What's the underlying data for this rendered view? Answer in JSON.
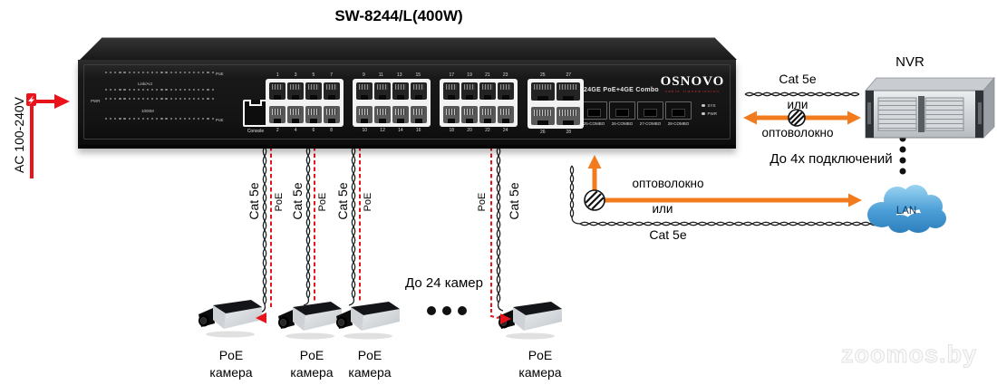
{
  "title": "SW-8244/L(400W)",
  "power": {
    "label": "AC 100-240V"
  },
  "switch": {
    "brand": "OSNOVO",
    "brand_sub": "cable transmission",
    "panel_text": "24GE PoE+4GE Combo",
    "console_label": "Console",
    "led": {
      "pwr": "PWR",
      "poe": "PoE",
      "link": "Link/Act",
      "speed": "1000M"
    },
    "status_leds": [
      "SYS",
      "PWR"
    ],
    "port_groups": [
      {
        "top": [
          "1",
          "3",
          "5",
          "7"
        ],
        "bottom": [
          "2",
          "4",
          "6",
          "8"
        ],
        "combo": false
      },
      {
        "top": [
          "9",
          "11",
          "13",
          "15"
        ],
        "bottom": [
          "10",
          "12",
          "14",
          "16"
        ],
        "combo": false
      },
      {
        "top": [
          "17",
          "19",
          "21",
          "23"
        ],
        "bottom": [
          "18",
          "20",
          "22",
          "24"
        ],
        "combo": false
      },
      {
        "top": [
          "25",
          "27"
        ],
        "bottom": [
          "26",
          "28"
        ],
        "combo": true
      }
    ],
    "sfp_labels": [
      "25-COMBO",
      "26-COMBO",
      "27-COMBO",
      "28-COMBO"
    ]
  },
  "camera_links": {
    "cable_label": "Cat 5e",
    "poe_label": "PoE",
    "count_note": "До 24 камер",
    "camera_line1": "PoE",
    "camera_line2": "камера"
  },
  "nvr_link": {
    "cat5e": "Cat 5e",
    "or": "или",
    "fiber": "оптоволокно",
    "device": "NVR",
    "note": "До 4х подключений"
  },
  "lan_link": {
    "fiber": "оптоволокно",
    "or": "или",
    "cat5e": "Cat 5e",
    "cloud": "LAN"
  },
  "watermark": "zoomos.by",
  "colors": {
    "orange": "#F27B1D",
    "red": "#E8131B",
    "cloud": "#3D8FC9"
  }
}
